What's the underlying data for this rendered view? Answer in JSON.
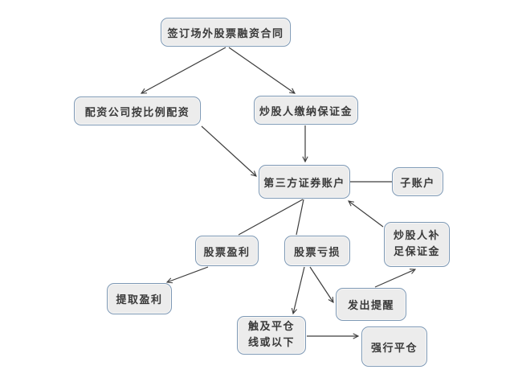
{
  "diagram": {
    "type": "flowchart",
    "background": "#ffffff",
    "colors": {
      "node_fill": "#ececec",
      "node_border": "#7e99b5",
      "edge_line": "#3d3d3d",
      "text": "#3a3a3a"
    },
    "nodes": {
      "sign_contract": {
        "label": "签订场外股票融资合同"
      },
      "peizi_company": {
        "label": "配资公司按比例配资"
      },
      "trader_margin": {
        "label": "炒股人缴纳保证金"
      },
      "third_party_account": {
        "label": "第三方证券账户"
      },
      "sub_account": {
        "label": "子账户"
      },
      "stock_profit": {
        "label": "股票盈利"
      },
      "stock_loss": {
        "label": "股票亏损"
      },
      "replenish_margin": {
        "label": "炒股人补足保证金"
      },
      "withdraw_profit": {
        "label": "提取盈利"
      },
      "send_reminder": {
        "label": "发出提醒"
      },
      "hit_close_line": {
        "label": "触及平仓线或以下"
      },
      "forced_liquidation": {
        "label": "强行平仓"
      }
    },
    "edges": [
      {
        "from": "sign_contract",
        "to": "peizi_company",
        "arrow": true
      },
      {
        "from": "sign_contract",
        "to": "trader_margin",
        "arrow": true
      },
      {
        "from": "trader_margin",
        "to": "third_party_account",
        "arrow": true
      },
      {
        "from": "peizi_company",
        "to": "third_party_account",
        "arrow": true
      },
      {
        "from": "third_party_account",
        "to": "sub_account",
        "arrow": false
      },
      {
        "from": "third_party_account",
        "to": "stock_profit",
        "arrow": false
      },
      {
        "from": "third_party_account",
        "to": "stock_loss",
        "arrow": false
      },
      {
        "from": "stock_profit",
        "to": "withdraw_profit",
        "arrow": true
      },
      {
        "from": "stock_loss",
        "to": "hit_close_line",
        "arrow": true
      },
      {
        "from": "stock_loss",
        "to": "send_reminder",
        "arrow": true
      },
      {
        "from": "send_reminder",
        "to": "replenish_margin",
        "arrow": true
      },
      {
        "from": "replenish_margin",
        "to": "third_party_account",
        "arrow": true
      },
      {
        "from": "hit_close_line",
        "to": "forced_liquidation",
        "arrow": true
      }
    ]
  }
}
